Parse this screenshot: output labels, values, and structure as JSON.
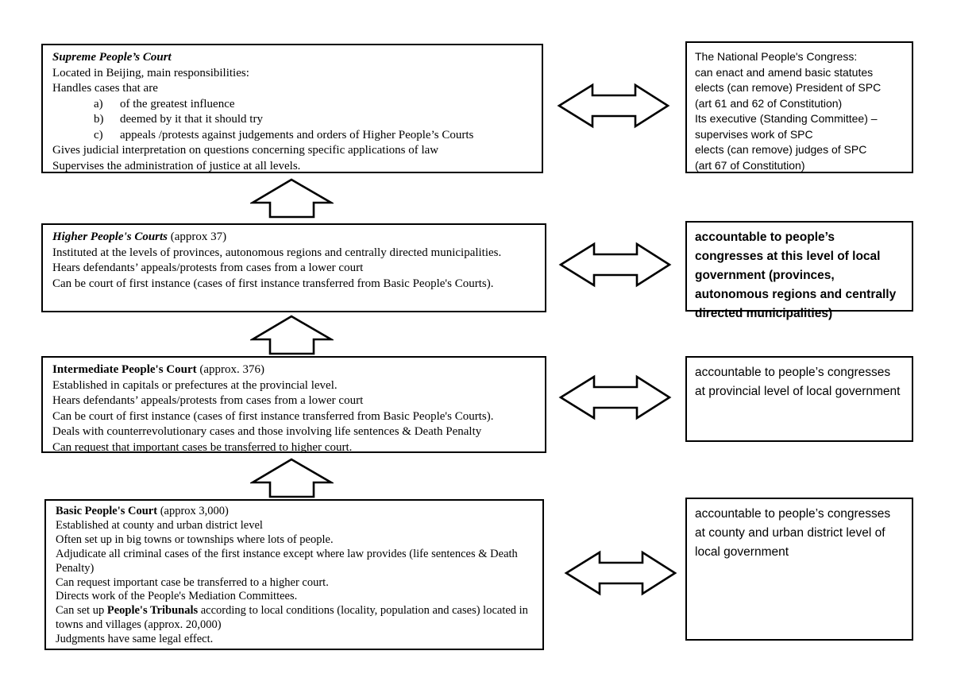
{
  "left_boxes": [
    {
      "title": "Supreme People’s Court",
      "suffix": "",
      "lines": [
        "Located in Beijing, main responsibilities:",
        "Handles cases that are"
      ],
      "list_items": [
        {
          "marker": "a)",
          "text": "of the greatest influence"
        },
        {
          "marker": "b)",
          "text": "deemed by it that it should try"
        },
        {
          "marker": "c)",
          "text": "appeals /protests against judgements and orders of Higher People’s Courts"
        }
      ],
      "lines_after": [
        "Gives judicial interpretation on questions concerning specific applications of law",
        "Supervises the administration of justice at all levels."
      ]
    },
    {
      "title": "Higher People's Courts",
      "suffix": " (approx 37)",
      "lines": [
        "Instituted at the levels of provinces, autonomous regions and centrally directed municipalities.",
        "Hears defendants’ appeals/protests from cases from a lower court",
        "Can be court of first instance (cases of first instance transferred from Basic People's Courts)."
      ]
    },
    {
      "title": "Intermediate People's Court",
      "suffix": " (approx. 376)",
      "lines": [
        "Established in capitals or prefectures at the provincial level.",
        "Hears defendants’ appeals/protests from cases from a lower court",
        "Can be court of first instance (cases of first instance transferred from Basic People's Courts).",
        "Deals with counterrevolutionary cases and those involving life sentences & Death Penalty",
        "Can request that important cases be transferred to higher court."
      ]
    },
    {
      "title": "Basic People's Court",
      "suffix": " (approx 3,000)",
      "lines": [
        "Established at county and urban district level",
        "Often set up in big towns or townships where lots of people.",
        "Adjudicate all criminal cases of the first instance except where law provides (life sentences & Death Penalty)",
        "Can request important case be transferred to a higher court.",
        "Directs work of the People's Mediation Committees."
      ],
      "tribunals_line": {
        "prefix": "Can set up ",
        "bold": "People's Tribunals",
        "suffix": " according to local conditions (locality, population and cases) located in towns and villages (approx. 20,000)"
      },
      "last_line": "Judgments have same legal effect."
    }
  ],
  "right_boxes": [
    {
      "lines": [
        "The National People's Congress:",
        "can enact and amend basic statutes",
        "elects (can remove) President of SPC",
        "(art 61 and 62 of Constitution)",
        "Its executive (Standing Committee) –",
        "supervises work of SPC",
        "elects (can remove) judges of SPC",
        "(art 67 of Constitution)"
      ]
    },
    {
      "text": "accountable to people’s congresses at this level of local government (provinces, autonomous regions and centrally directed municipalities)"
    },
    {
      "text": "accountable to people’s congresses at provincial level of local government"
    },
    {
      "text": "accountable to people’s congresses at county and urban district level of local government"
    }
  ],
  "icons": {
    "up_arrow": "block arrow pointing up",
    "double_arrow": "horizontal double-headed arrow"
  },
  "colors": {
    "line": "#000000",
    "background": "#ffffff"
  }
}
